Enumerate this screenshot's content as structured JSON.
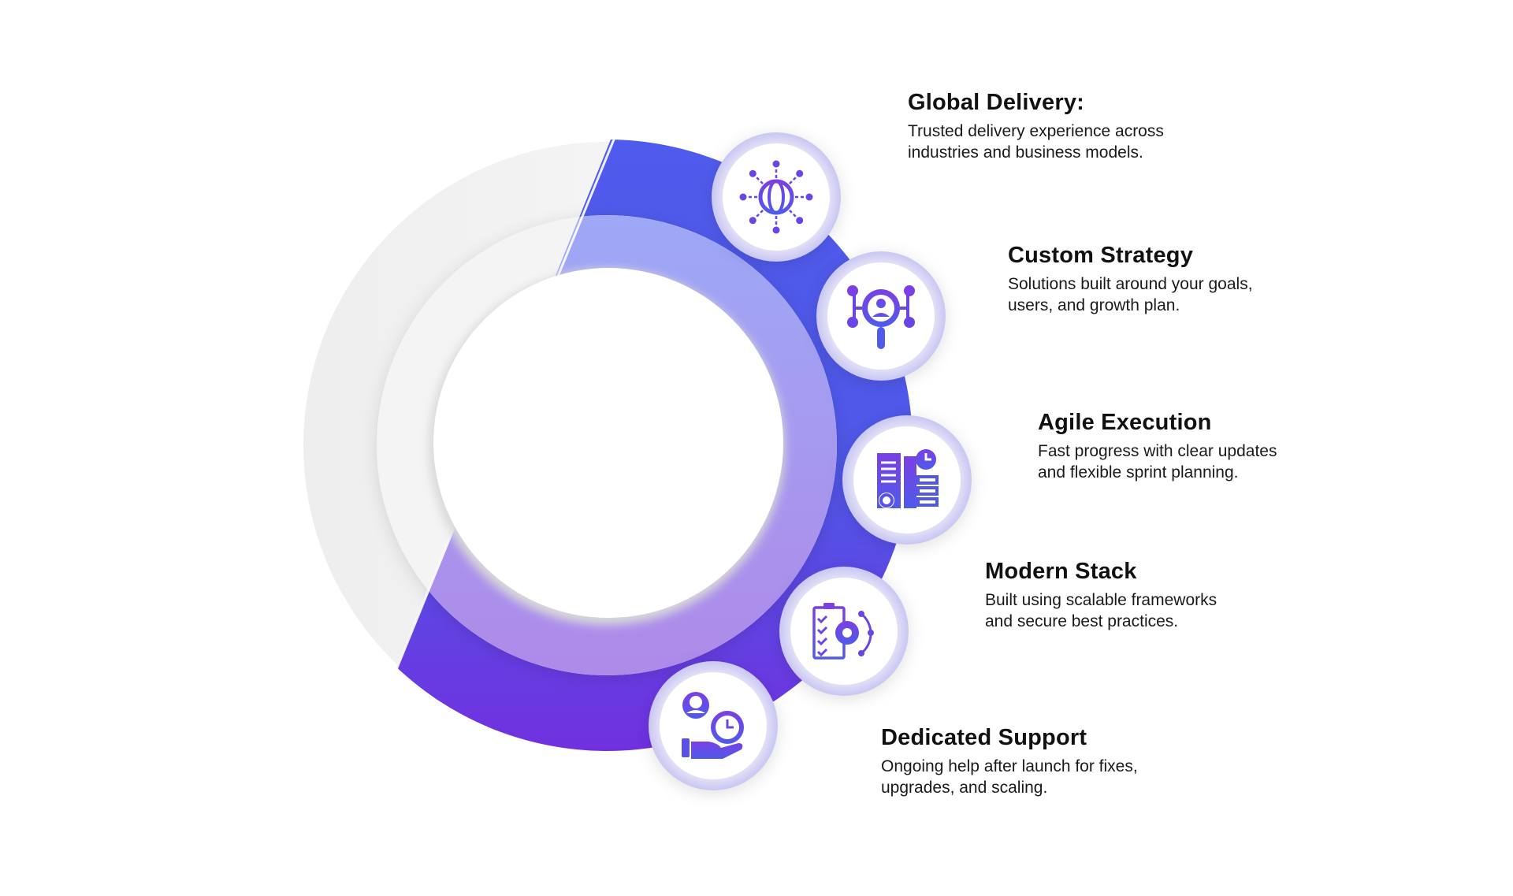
{
  "colors": {
    "purple_dark": "#7130df",
    "blue": "#4f5bec",
    "ring_light_top": "#9ea8f6",
    "ring_light_bottom": "#ae8ae9"
  },
  "items": [
    {
      "title": "Global Delivery:",
      "lines": [
        "Trusted delivery experience across",
        "industries and business models."
      ],
      "icon": "globe-network-icon"
    },
    {
      "title": "Custom Strategy",
      "lines": [
        "Solutions built around your goals,",
        "users, and growth plan."
      ],
      "icon": "user-search-network-icon"
    },
    {
      "title": "Agile Execution",
      "lines": [
        "Fast progress with clear updates",
        "and flexible sprint planning."
      ],
      "icon": "documents-clock-gear-icon"
    },
    {
      "title": "Modern Stack",
      "lines": [
        "Built using scalable frameworks",
        "and secure best practices."
      ],
      "icon": "clipboard-gear-icon"
    },
    {
      "title": "Dedicated Support",
      "lines": [
        "Ongoing help after launch for fixes,",
        "upgrades, and scaling."
      ],
      "icon": "hand-user-clock-icon"
    }
  ]
}
